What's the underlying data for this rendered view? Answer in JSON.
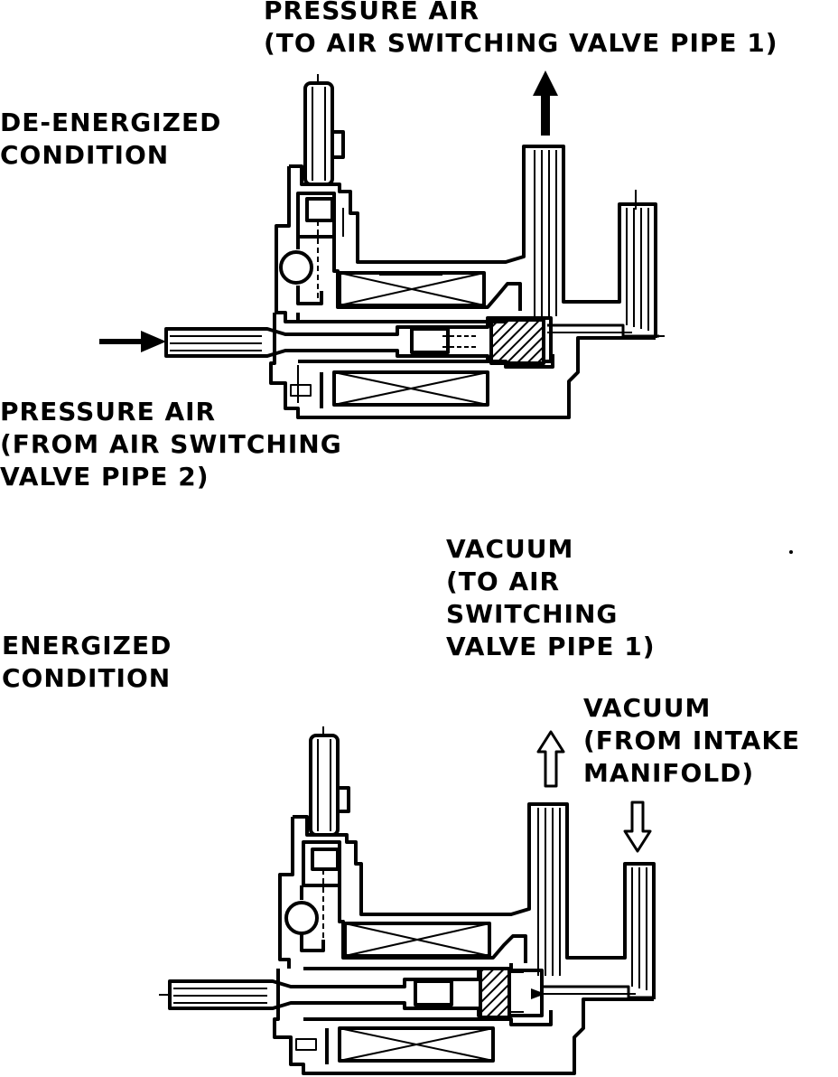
{
  "top": {
    "condition": [
      "DE-ENERGIZED",
      "CONDITION"
    ],
    "outlet": [
      "PRESSURE AIR",
      "(TO AIR SWITCHING VALVE PIPE 1)"
    ],
    "inlet": [
      "PRESSURE AIR",
      "(FROM AIR SWITCHING",
      "VALVE PIPE 2)"
    ]
  },
  "bottom": {
    "condition": [
      "ENERGIZED",
      "CONDITION"
    ],
    "outlet": [
      "VACUUM",
      "(TO AIR",
      "SWITCHING",
      "VALVE PIPE 1)"
    ],
    "inlet": [
      "VACUUM",
      "(FROM INTAKE",
      "MANIFOLD)"
    ]
  }
}
